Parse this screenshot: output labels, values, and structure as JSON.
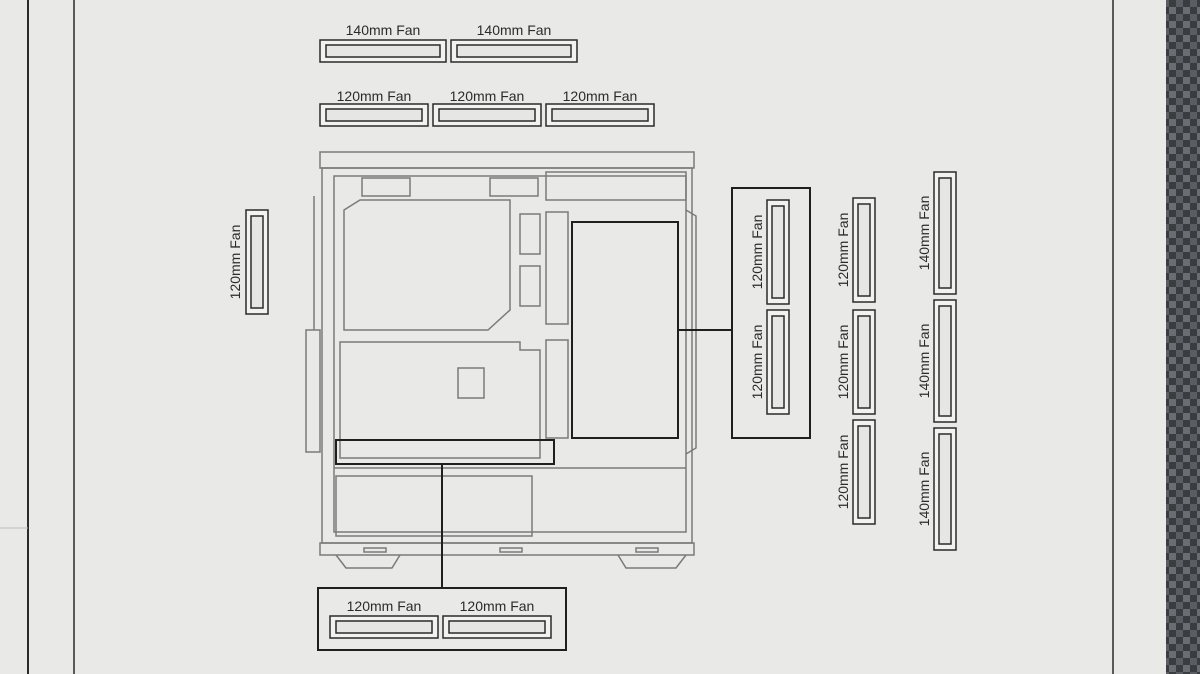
{
  "top_row_140": {
    "fan_a": "140mm Fan",
    "fan_b": "140mm Fan"
  },
  "top_row_120": {
    "fan_a": "120mm Fan",
    "fan_b": "120mm Fan",
    "fan_c": "120mm Fan"
  },
  "rear": {
    "fan": "120mm Fan"
  },
  "front_boxed": {
    "fan_a": "120mm Fan",
    "fan_b": "120mm Fan"
  },
  "front_120_column": {
    "fan_a": "120mm Fan",
    "fan_b": "120mm Fan",
    "fan_c": "120mm Fan"
  },
  "front_140_column": {
    "fan_a": "140mm Fan",
    "fan_b": "140mm Fan",
    "fan_c": "140mm Fan"
  },
  "bottom_boxed": {
    "fan_a": "120mm Fan",
    "fan_b": "120mm Fan"
  },
  "colors": {
    "paper": "#e9e9e7",
    "line": "#2b2b2b",
    "fan_fill": "#f2f2f0",
    "case_line": "#7a7a7a"
  }
}
